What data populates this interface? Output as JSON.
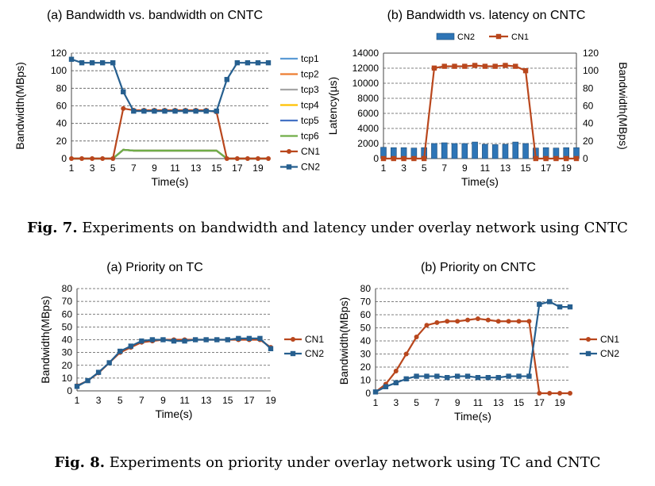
{
  "fig7_caption": {
    "label": "Fig. 7.",
    "text": "Experiments on bandwidth and latency under overlay network using CNTC"
  },
  "fig8_caption": {
    "label": "Fig. 8.",
    "text": "Experiments on priority under overlay network using TC and CNTC"
  },
  "colors": {
    "cn1": "#b9471d",
    "cn2": "#265f8f",
    "tcp1": "#5b9bd5",
    "tcp2": "#ed7d31",
    "tcp3": "#a5a5a5",
    "tcp4": "#ffc000",
    "tcp5": "#4472c4",
    "tcp6": "#70ad47",
    "bar": "#2e75b6"
  },
  "chart_data": [
    {
      "type": "line",
      "title": "(a) Bandwidth vs. bandwidth on CNTC",
      "xlabel": "Time(s)",
      "ylabel": "Bandwidth(MBps)",
      "x": [
        1,
        2,
        3,
        4,
        5,
        6,
        7,
        8,
        9,
        10,
        11,
        12,
        13,
        14,
        15,
        16,
        17,
        18,
        19,
        20
      ],
      "xticks": [
        1,
        3,
        5,
        7,
        9,
        11,
        13,
        15,
        17,
        19
      ],
      "ylim": [
        0,
        120
      ],
      "yticks": [
        0,
        20,
        40,
        60,
        80,
        100,
        120
      ],
      "grid": true,
      "legend": "right",
      "series": [
        {
          "name": "tcp1",
          "marker": "none",
          "values": [
            0,
            0,
            0,
            0,
            0,
            10,
            9,
            9,
            9,
            9,
            9,
            9,
            9,
            9,
            9,
            0,
            0,
            0,
            0,
            0
          ]
        },
        {
          "name": "tcp2",
          "marker": "none",
          "values": [
            0,
            0,
            0,
            0,
            0,
            10,
            9,
            9,
            9,
            9,
            9,
            9,
            9,
            9,
            9,
            0,
            0,
            0,
            0,
            0
          ]
        },
        {
          "name": "tcp3",
          "marker": "none",
          "values": [
            0,
            0,
            0,
            0,
            0,
            10,
            9,
            9,
            9,
            9,
            9,
            9,
            9,
            9,
            9,
            0,
            0,
            0,
            0,
            0
          ]
        },
        {
          "name": "tcp4",
          "marker": "none",
          "values": [
            0,
            0,
            0,
            0,
            0,
            10,
            9,
            9,
            9,
            9,
            9,
            9,
            9,
            9,
            9,
            0,
            0,
            0,
            0,
            0
          ]
        },
        {
          "name": "tcp5",
          "marker": "none",
          "values": [
            0,
            0,
            0,
            0,
            0,
            10,
            9,
            9,
            9,
            9,
            9,
            9,
            9,
            9,
            9,
            0,
            0,
            0,
            0,
            0
          ]
        },
        {
          "name": "tcp6",
          "marker": "none",
          "values": [
            0,
            0,
            0,
            0,
            0,
            10,
            9,
            9,
            9,
            9,
            9,
            9,
            9,
            9,
            9,
            0,
            0,
            0,
            0,
            0
          ]
        },
        {
          "name": "CN1",
          "marker": "circle",
          "values": [
            0,
            0,
            0,
            0,
            0,
            57,
            55,
            55,
            55,
            55,
            55,
            55,
            55,
            55,
            53,
            0,
            0,
            0,
            0,
            0
          ]
        },
        {
          "name": "CN2",
          "marker": "square",
          "values": [
            113,
            109,
            109,
            109,
            109,
            76,
            54,
            54,
            54,
            54,
            54,
            54,
            54,
            54,
            54,
            90,
            109,
            109,
            109,
            109
          ]
        }
      ]
    },
    {
      "type": "bar+line",
      "title": "(b) Bandwidth vs. latency on CNTC",
      "xlabel": "Time(s)",
      "ylabel": "Latency(µs)",
      "y2label": "Bandwidth(MBps)",
      "x": [
        1,
        2,
        3,
        4,
        5,
        6,
        7,
        8,
        9,
        10,
        11,
        12,
        13,
        14,
        15,
        16,
        17,
        18,
        19,
        20
      ],
      "xticks": [
        1,
        3,
        5,
        7,
        9,
        11,
        13,
        15,
        17,
        19
      ],
      "ylim": [
        0,
        14000
      ],
      "yticks": [
        0,
        2000,
        4000,
        6000,
        8000,
        10000,
        12000,
        14000
      ],
      "y2lim": [
        0,
        120
      ],
      "y2ticks": [
        0,
        20,
        40,
        60,
        80,
        100,
        120
      ],
      "grid": true,
      "legend": "top",
      "series": [
        {
          "name": "CN2",
          "kind": "bar",
          "axis": "left",
          "values": [
            1500,
            1450,
            1450,
            1400,
            1450,
            2000,
            2100,
            2000,
            2000,
            2200,
            1900,
            1850,
            1900,
            2200,
            2000,
            1400,
            1450,
            1400,
            1450,
            1450
          ]
        },
        {
          "name": "CN1",
          "kind": "line",
          "axis": "right",
          "values": [
            0,
            0,
            0,
            0,
            0,
            103,
            105,
            105,
            105,
            106,
            105,
            105,
            106,
            105,
            100,
            0,
            0,
            0,
            0,
            0
          ]
        }
      ]
    },
    {
      "type": "line",
      "title": "(a) Priority on TC",
      "xlabel": "Time(s)",
      "ylabel": "Bandwidth(MBps)",
      "x": [
        1,
        2,
        3,
        4,
        5,
        6,
        7,
        8,
        9,
        10,
        11,
        12,
        13,
        14,
        15,
        16,
        17,
        18,
        19
      ],
      "xticks": [
        1,
        3,
        5,
        7,
        9,
        11,
        13,
        15,
        17,
        19
      ],
      "ylim": [
        0,
        80
      ],
      "yticks": [
        0,
        10,
        20,
        30,
        40,
        50,
        60,
        70,
        80
      ],
      "grid": true,
      "legend": "right",
      "series": [
        {
          "name": "CN1",
          "marker": "circle",
          "values": [
            4,
            8,
            14,
            22,
            30,
            34,
            38,
            39,
            40,
            40,
            40,
            40,
            40,
            40,
            40,
            40,
            40,
            40,
            34
          ]
        },
        {
          "name": "CN2",
          "marker": "square",
          "values": [
            3.5,
            8,
            14.5,
            22,
            31,
            35,
            39,
            40,
            40,
            39,
            39,
            40,
            40,
            40,
            40,
            41,
            41,
            41,
            33
          ]
        }
      ]
    },
    {
      "type": "line",
      "title": "(b) Priority on CNTC",
      "xlabel": "Time(s)",
      "ylabel": "Bandwidth(MBps)",
      "x": [
        1,
        2,
        3,
        4,
        5,
        6,
        7,
        8,
        9,
        10,
        11,
        12,
        13,
        14,
        15,
        16,
        17,
        18,
        19,
        20
      ],
      "xticks": [
        1,
        3,
        5,
        7,
        9,
        11,
        13,
        15,
        17,
        19
      ],
      "ylim": [
        0,
        80
      ],
      "yticks": [
        0,
        10,
        20,
        30,
        40,
        50,
        60,
        70,
        80
      ],
      "grid": true,
      "legend": "right",
      "series": [
        {
          "name": "CN1",
          "marker": "circle",
          "values": [
            1,
            7,
            17,
            30,
            43,
            52,
            54,
            55,
            55,
            56,
            57,
            56,
            55,
            55,
            55,
            55,
            0,
            0,
            0,
            0
          ]
        },
        {
          "name": "CN2",
          "marker": "square",
          "values": [
            1,
            5,
            8,
            11,
            13,
            13,
            13,
            12,
            13,
            13,
            12,
            12,
            12,
            13,
            13,
            13,
            68,
            70,
            66,
            66
          ]
        }
      ]
    }
  ]
}
